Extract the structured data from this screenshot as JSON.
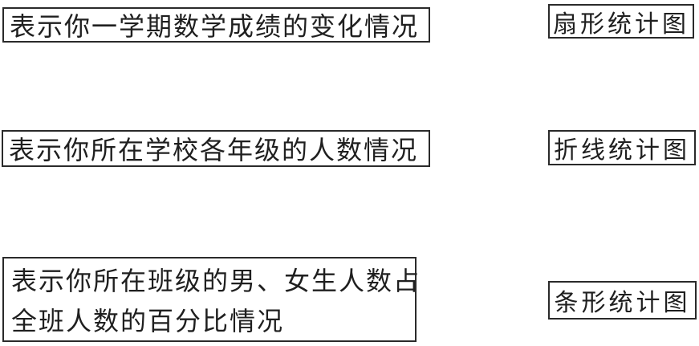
{
  "exercise": {
    "kind": "matching-worksheet",
    "text_color": "#1f1f1f",
    "border_color": "#2a2a2a",
    "background_color": "#ffffff",
    "left_items": [
      {
        "lines": [
          "表示你一学期数学成绩的变化情况"
        ]
      },
      {
        "lines": [
          "表示你所在学校各年级的人数情况"
        ]
      },
      {
        "lines": [
          "表示你所在班级的男、女生人数占",
          "全班人数的百分比情况"
        ]
      }
    ],
    "right_items": [
      {
        "label": "扇形统计图"
      },
      {
        "label": "折线统计图"
      },
      {
        "label": "条形统计图"
      }
    ]
  }
}
